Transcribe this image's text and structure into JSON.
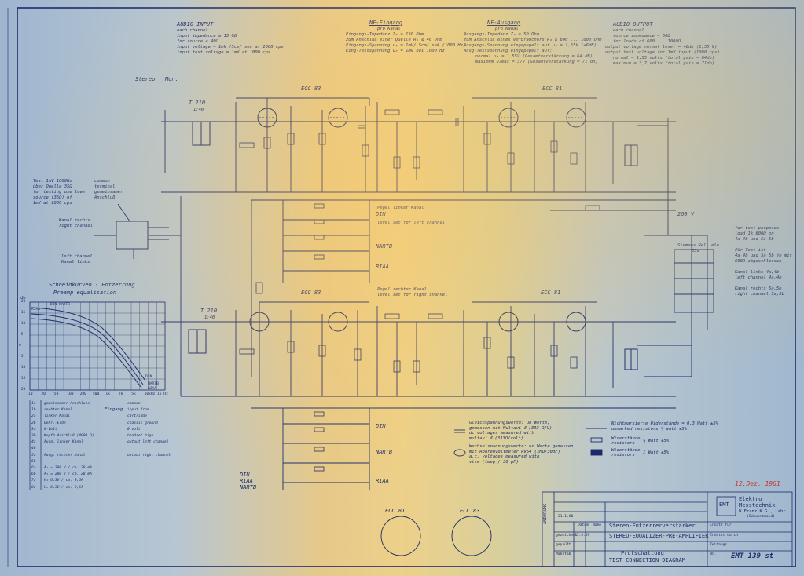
{
  "audio_input": {
    "heading": "AUDIO INPUT",
    "lines": [
      "each channel",
      "input impedance ≳ 15 0Ω",
      "for source ≤ 40Ω",
      "input voltage ≂ 1mV /5cm/ sec at 1000 cps",
      "input test voltage = 1mV at 1000 cps"
    ]
  },
  "nf_eingang": {
    "heading": "NF-Eingang",
    "lines": [
      "pro Kanal",
      "Eingangs-Impedanz Zₑ ≳ 150 Ohm",
      "zum Anschluß einer Quelle Rᵢ ≤ 40 Ohm",
      "Eingangs-Spannung uₑ ≂ 1mV/ 5cm/ sek (1000 Hz)",
      "Eing-Testspannung uₑ = 1mV bei 1000 Hz"
    ]
  },
  "nf_ausgang": {
    "heading": "NF-Ausgang",
    "lines": [
      "pro Kanal",
      "Ausgangs-Impedanz Zₐ ≈ 50 Ohm",
      "zum Anschluß eines Verbrauchers Rₐ ≥ 600 ... 1000 Ohm",
      "Ausgangs-Spannung eingepegelt auf uₐ = 1,55V (+6dB)",
      "Ausg-Testspannung eingepegelt auf:",
      "normal uₐ = 1,55V (Gesamtverstärkung = 64 dB)",
      "maximum uₐmax = 37V (Gesamtverstärkung = 71 dB)"
    ]
  },
  "audio_output": {
    "heading": "AUDIO OUTPUT",
    "lines": [
      "each channel",
      "source impedance ≈ 50Ω",
      "for loads of 600 ... 1000Ω",
      "output voltage normal level = +6db (1,55 V)",
      "output test voltage for 1mV input (1000 cps)",
      "normal = 1,55 volts (total gain = 64db)",
      "maximum = 3,7 volts (total gain = 71db)"
    ]
  },
  "stereo_mon": {
    "stereo": "Stereo",
    "mon": "Mon."
  },
  "tubes": {
    "top_1": "ECC 83",
    "top_2": "ECC 81",
    "bot_1": "ECC 83",
    "bot_2": "ECC 81"
  },
  "transformers": {
    "top": "T 210",
    "top_ratio": "1:40",
    "bot": "T 210",
    "bot_ratio": "1:40"
  },
  "eq_modes": {
    "top": [
      "DIN",
      "NARTB",
      "RIAA"
    ],
    "bot": [
      "DIN",
      "NARTB",
      "RIAA"
    ],
    "switch": [
      "DIN",
      "RIAA",
      "NARTB"
    ]
  },
  "pegel": {
    "top": "Pegel linker Kanal",
    "top_en": "level set for left channel",
    "bot": "Pegel rechter Kanal",
    "bot_en": "level set for right channel"
  },
  "left_notes": {
    "test": [
      "Test 1mV 1000Hz",
      "über Quelle 35Ω",
      "for testing use lowe",
      "source (35Ω) of",
      "1mV at 1000 cps"
    ],
    "common": [
      "common",
      "terminal",
      "gemeinsamer",
      "Anschluß"
    ],
    "kanal_rechts": [
      "Kanal rechts",
      "right channel"
    ],
    "kanal_links": [
      "left channel",
      "Kanal links"
    ]
  },
  "eq_chart": {
    "title": "Schneidkurven - Entzerrung",
    "subtitle": "Preamp equalisation",
    "db_label": "db",
    "y_ticks": [
      "+20",
      "+15",
      "+10",
      "+5",
      "0",
      "-5",
      "-10",
      "-15",
      "-20"
    ],
    "x_ticks": [
      "10",
      "20",
      "50",
      "100",
      "200",
      "500",
      "1k",
      "2k",
      "5k",
      "10kHz",
      "15 Hz"
    ],
    "curves": [
      "DIN",
      "NARTB",
      "RIAA"
    ],
    "curve_labels": [
      "DIN NARTB",
      "RIAA",
      "DIN",
      "NARTB",
      "RIAA"
    ]
  },
  "legend": {
    "rows": [
      [
        "1a",
        "gemeinsamer Anschluss",
        "common"
      ],
      [
        "1b",
        "rechter Kanal",
        "input from"
      ],
      [
        "2a",
        "linker Kanal",
        "cartridge"
      ],
      [
        "2b",
        "Gehr.-Erde",
        "chassis ground"
      ],
      [
        "3a",
        "0-Volt",
        "0 volt"
      ],
      [
        "3b",
        "Kopfh.Anschluß (4000 Ω)",
        "headset high"
      ],
      [
        "4a",
        "Ausg. linker Kanal",
        "output left channel"
      ],
      [
        "4b",
        "",
        ""
      ],
      [
        "5a",
        "Ausg. rechter Kanal",
        "output right channel"
      ],
      [
        "5b",
        "",
        ""
      ],
      [
        "6a",
        "A₁ = 200 V / ca. 28 mA",
        ""
      ],
      [
        "6b",
        "A₂ = 200 V / ca. 28 mA",
        ""
      ],
      [
        "7a",
        "H₁ 6,3V / ca. 0,6A",
        ""
      ],
      [
        "8a",
        "H₂ 6,3V / ca. 0,6A",
        ""
      ]
    ],
    "eingang": "Eingang"
  },
  "right_notes": {
    "test": [
      "for test purposes",
      "load 1k 600Ω on",
      "4a 4b und 5a 5b",
      "",
      "Für Test ist",
      "4a 4b und 5a 5b je mit",
      "600Ω abgeschlossen",
      "",
      "Kanal links 4a,4b",
      "left channel 4a,4b",
      "",
      "Kanal rechts 5a,5b",
      "right channel 5a,5b"
    ],
    "relais": [
      "Siemens Rel. ele",
      "35a"
    ],
    "supply": "260 V"
  },
  "meas_notes": {
    "gleich": [
      "Gleichspannungswerte: uo Werte,",
      "gemessen mit Multavi Ⅱ (333 Ω/V)",
      "dc voltages measured with",
      "multavi Ⅱ (333Ω/volt)"
    ],
    "wechsel": [
      "Wechselspannungswerte: uo Werte gemessen",
      "mit Röhrenvoltmeter RV54 (1MΩ/30pF)",
      "a.c. voltages measured with",
      "vtvm (1meg / 30 pF)"
    ],
    "resist": [
      "Nichtmarkierte Widerstände = 0,3 Watt ±5%",
      "unmarked resistors ⅓ watt ±5%",
      "Widerstände",
      "resistors",
      "⅓ Watt ±5%",
      "Widerstände",
      "resistors",
      "1 Watt ±5%"
    ]
  },
  "sockets": [
    "ECC 81",
    "ECC 83"
  ],
  "title_block": {
    "date_stamp": "12.Dez. 1961",
    "company": [
      "Elektro",
      "Messtechnik",
      "W.Franz K.G., Lahr",
      "(Schwarzwald)"
    ],
    "logo": "EMT",
    "title_de": "Stereo-Entzerrerverstärker",
    "title_en": "STEREO-EQUALIZER-PRE-AMPLIFIER",
    "sub_de": "Prüfschaltung",
    "sub_en": "TEST CONNECTION DIAGRAM",
    "number": "EMT 139 st",
    "side_label": "ÄNDERUNG",
    "rows": [
      "Datum",
      "Name",
      "gezeichnet",
      "geprüft",
      "Maßstab"
    ],
    "dates": [
      "21.1.60",
      "25.5.59"
    ],
    "fields": [
      "Ersatz für",
      "Ersetzt durch",
      "Zeitangs",
      "Nr."
    ]
  },
  "colors": {
    "ink": "#1d2b6b",
    "paper_blue": "#a9bdd3",
    "paper_yellow": "#edd089",
    "stamp": "#c0392b"
  }
}
